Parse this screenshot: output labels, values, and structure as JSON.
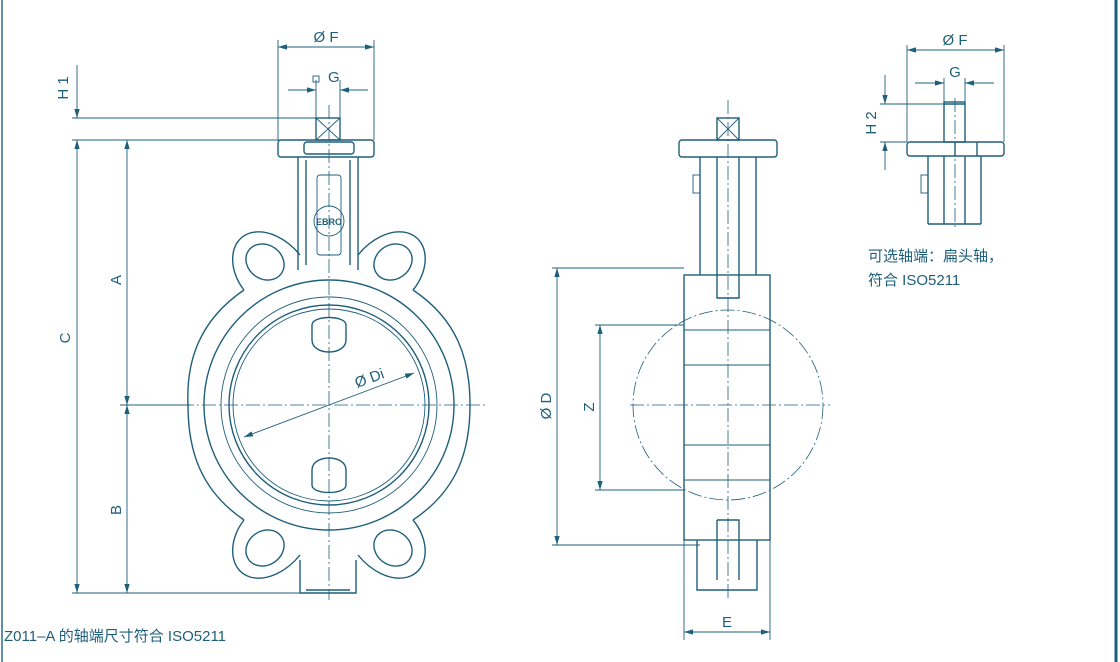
{
  "labels": {
    "dF_main": "Ø F",
    "G_main": "G",
    "H1": "H 1",
    "C": "C",
    "A": "A",
    "B": "B",
    "Di": "Ø Di",
    "brand": "EBRO",
    "D": "Ø D",
    "Z": "Z",
    "E": "E",
    "dF_detail": "Ø F",
    "G_detail": "G",
    "H2": "H 2"
  },
  "notes": {
    "detail_line1": "可选轴端：扁头轴，",
    "detail_line2": "符合 ISO5211",
    "footer": "Z011–A 的轴端尺寸符合 ISO5211"
  },
  "colors": {
    "line": "#1e5f7c",
    "border": "#1e5f7c"
  }
}
